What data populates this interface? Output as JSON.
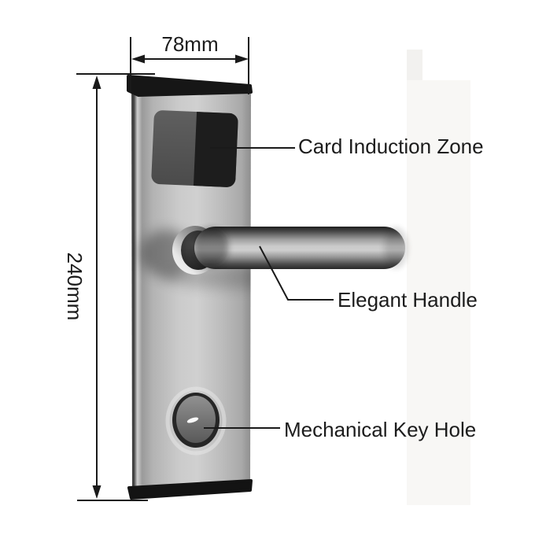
{
  "diagram": {
    "dimensions": {
      "width_label": "78mm",
      "height_label": "240mm"
    },
    "callouts": {
      "card_zone": "Card Induction Zone",
      "handle": "Elegant Handle",
      "keyhole": "Mechanical Key Hole"
    },
    "colors": {
      "background": "#ffffff",
      "annotation_line": "#1a1a1a",
      "annotation_text": "#1c1c1c",
      "plate_steel": "#c6c6c6",
      "plate_edge_dark": "#3c3c3c",
      "end_caps": "#161616",
      "card_zone_left": "#575757",
      "card_zone_right": "#1d1d1d",
      "handle_highlight": "#cecece",
      "handle_shadow": "#262626",
      "keyhole_disc": "#6f6f6f",
      "key_slot": "#fafafa",
      "watermark_band": "#f7f6f4"
    }
  }
}
